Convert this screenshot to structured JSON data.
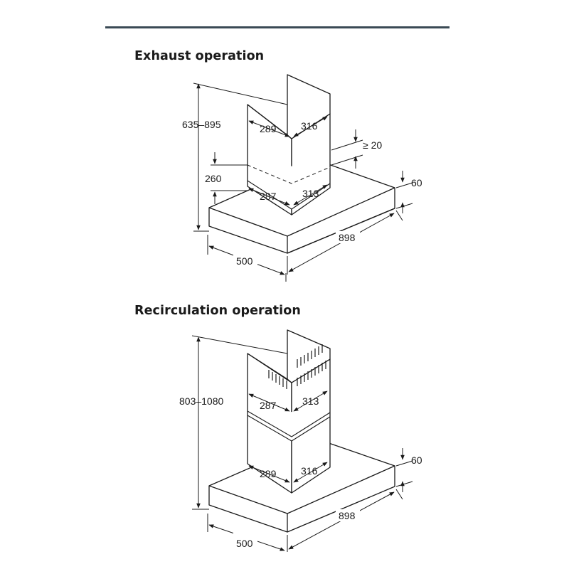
{
  "headings": {
    "exhaust": "Exhaust operation",
    "recirculation": "Recirculation operation"
  },
  "exhaust": {
    "height_range": "635–895",
    "chimney_upper_front_width": "289",
    "chimney_upper_side_depth": "316",
    "chimney_lower_front_width": "287",
    "chimney_lower_side_depth": "313",
    "lower_chimney_height": "260",
    "min_clearance": "≥ 20",
    "canopy_thickness": "60",
    "canopy_width": "898",
    "canopy_depth": "500"
  },
  "recirculation": {
    "height_range": "803–1080",
    "chimney_upper_front_width": "287",
    "chimney_upper_side_depth": "313",
    "chimney_lower_front_width": "289",
    "chimney_lower_side_depth": "316",
    "canopy_thickness": "60",
    "canopy_width": "898",
    "canopy_depth": "500"
  },
  "colors": {
    "line": "#1a1a1a",
    "rule": "#3a4a55",
    "background": "#ffffff"
  }
}
